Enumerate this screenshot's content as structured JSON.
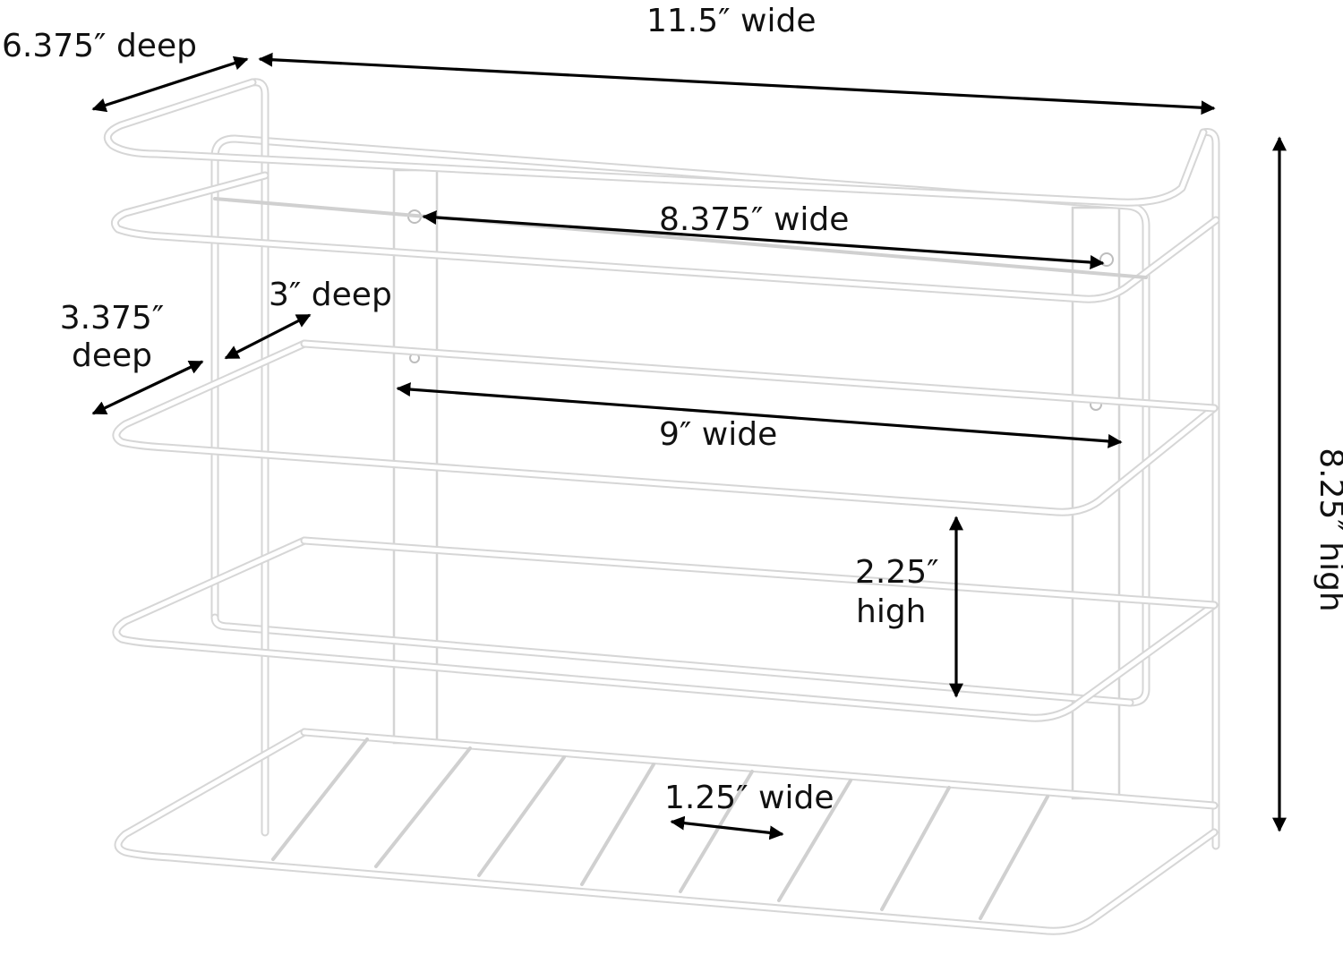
{
  "labels": {
    "overall_depth": "6.375″ deep",
    "overall_width": "11.5″ wide",
    "overall_height": "8.25″ high",
    "top_inner_width": "8.375″ wide",
    "middle_width": "9″ wide",
    "middle_depth": "3″ deep",
    "lower_depth_line1": "3.375″",
    "lower_depth_line2": "deep",
    "shelf_height_line1": "2.25″",
    "shelf_height_line2": "high",
    "rod_spacing": "1.25″ wide"
  },
  "colors": {
    "wire_outline": "#d6d6d6",
    "wire_fill": "#ffffff",
    "dimension_arrows": "#000000",
    "label_text": "#111111",
    "background": "#ffffff"
  }
}
